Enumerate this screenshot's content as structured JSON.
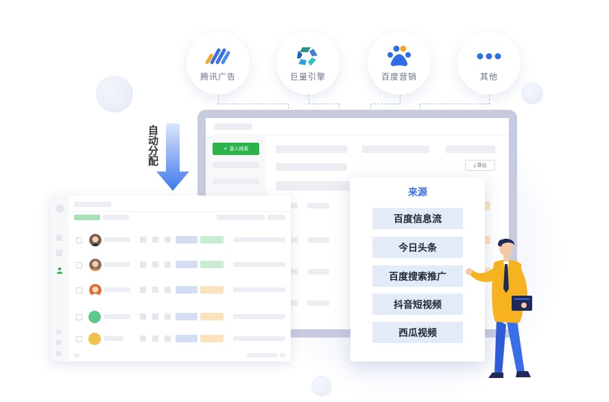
{
  "channels": [
    {
      "label": "腾讯广告",
      "icon": "tencent-ads-logo-icon"
    },
    {
      "label": "巨量引擎",
      "icon": "ocean-engine-logo-icon"
    },
    {
      "label": "百度营销",
      "icon": "baidu-marketing-logo-icon"
    },
    {
      "label": "其他",
      "icon": "more-dots-icon"
    }
  ],
  "arrow_label": "自动分配",
  "crm": {
    "add_button_label": "录入线索",
    "export_button_label": "导出"
  },
  "source": {
    "title": "来源",
    "items": [
      "百度信息流",
      "今日头条",
      "百度搜索推广",
      "抖音短视频",
      "西瓜视频"
    ]
  },
  "colors": {
    "accent_blue": "#3a6ee8",
    "green": "#2bb34a",
    "orange": "#f5a623",
    "navy": "#1e2a5a"
  }
}
